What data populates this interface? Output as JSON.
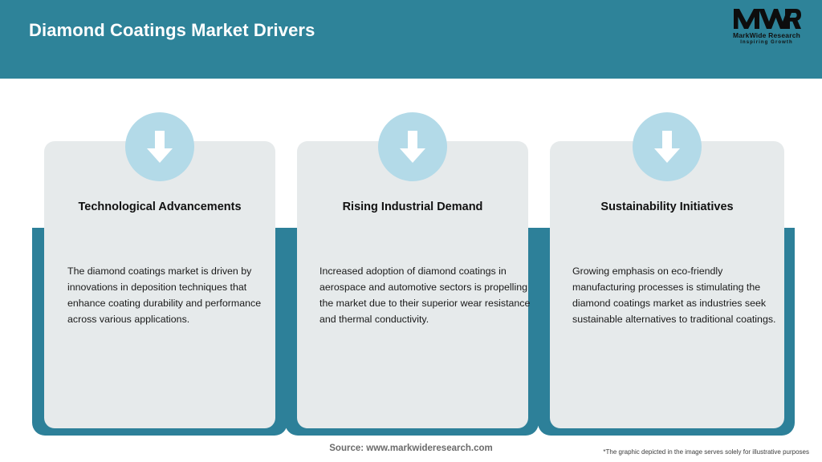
{
  "header": {
    "title": "Diamond Coatings Market Drivers",
    "background_color": "#2e8399",
    "logo": {
      "mark": "MWR",
      "name": "MarkWide Research",
      "tagline": "Inspiring Growth"
    }
  },
  "theme": {
    "teal": "#2d8099",
    "header_teal": "#2e8399",
    "card_grey": "#e6eaeb",
    "icon_circle_blue": "#b3dae8",
    "arrow_white": "#ffffff"
  },
  "cards": [
    {
      "icon": "down-arrow-icon",
      "title": "Technological Advancements",
      "body": "The diamond coatings market is driven by innovations in deposition techniques that enhance coating durability and performance across various applications."
    },
    {
      "icon": "down-arrow-icon",
      "title": "Rising Industrial Demand",
      "body": "Increased adoption of diamond coatings in aerospace and automotive sectors is propelling the market due to their superior wear resistance and thermal conductivity."
    },
    {
      "icon": "down-arrow-icon",
      "title": "Sustainability Initiatives",
      "body": "Growing emphasis on eco-friendly manufacturing processes is stimulating the diamond coatings market as industries seek sustainable alternatives to traditional coatings."
    }
  ],
  "footer": {
    "source": "Source: www.markwideresearch.com",
    "note": "*The graphic depicted in the image serves solely for illustrative purposes"
  }
}
